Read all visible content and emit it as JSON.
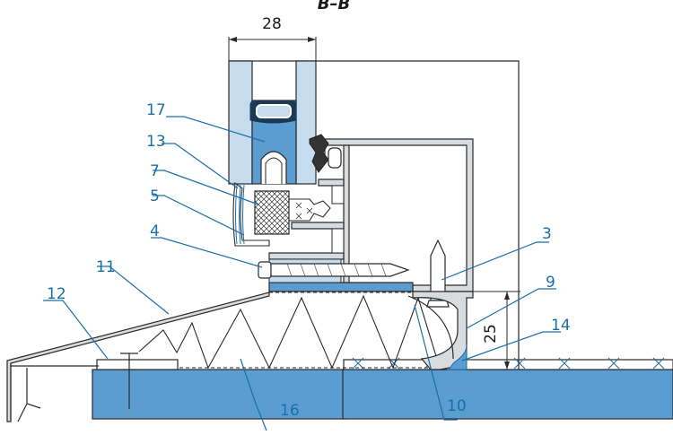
{
  "section_title": "B–B",
  "dimensions": {
    "glazing_width": "28",
    "step_height": "25"
  },
  "callouts": [
    "17",
    "13",
    "7",
    "5",
    "4",
    "11",
    "12",
    "3",
    "9",
    "14",
    "16",
    "10"
  ],
  "colors": {
    "callout_text": "#1a6fa8",
    "glass": "#c5dcee",
    "blue_fill": "#5b9dd0",
    "profile_fill": "#d9dcdf",
    "outline": "#2a2a2a"
  }
}
